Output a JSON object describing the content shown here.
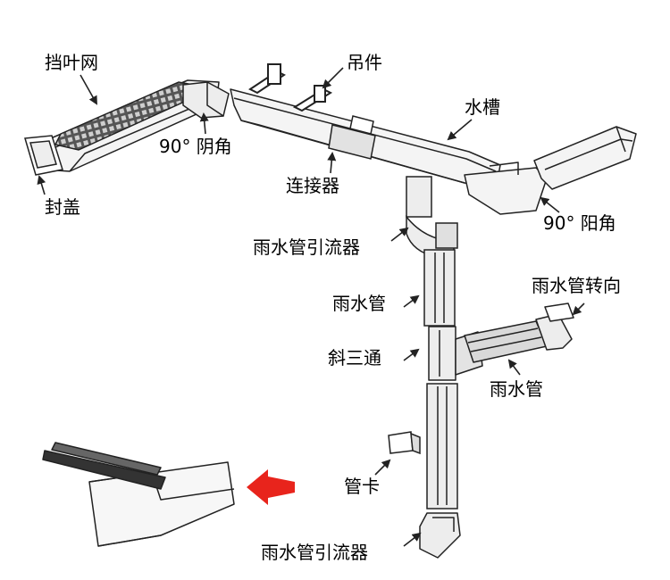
{
  "colors": {
    "line": "#222222",
    "gutter_fill": "#f4f4f4",
    "pipe_fill": "#ededed",
    "grid_fill": "#333333",
    "arrow_red": "#e8241c",
    "label": "#000000"
  },
  "labels": {
    "leaf_guard": "挡叶网",
    "hanger": "吊件",
    "gutter": "水槽",
    "inside_corner": "90° 阴角",
    "outside_corner": "90° 阳角",
    "end_cap": "封盖",
    "connector": "连接器",
    "downspout_outlet_top": "雨水管引流器",
    "downspout": "雨水管",
    "downspout_elbow": "雨水管转向",
    "y_branch": "斜三通",
    "downspout_branch": "雨水管",
    "pipe_clip": "管卡",
    "downspout_outlet_bottom": "雨水管引流器"
  },
  "icons": {
    "highlight_arrow": "red-arrow-left-icon"
  }
}
